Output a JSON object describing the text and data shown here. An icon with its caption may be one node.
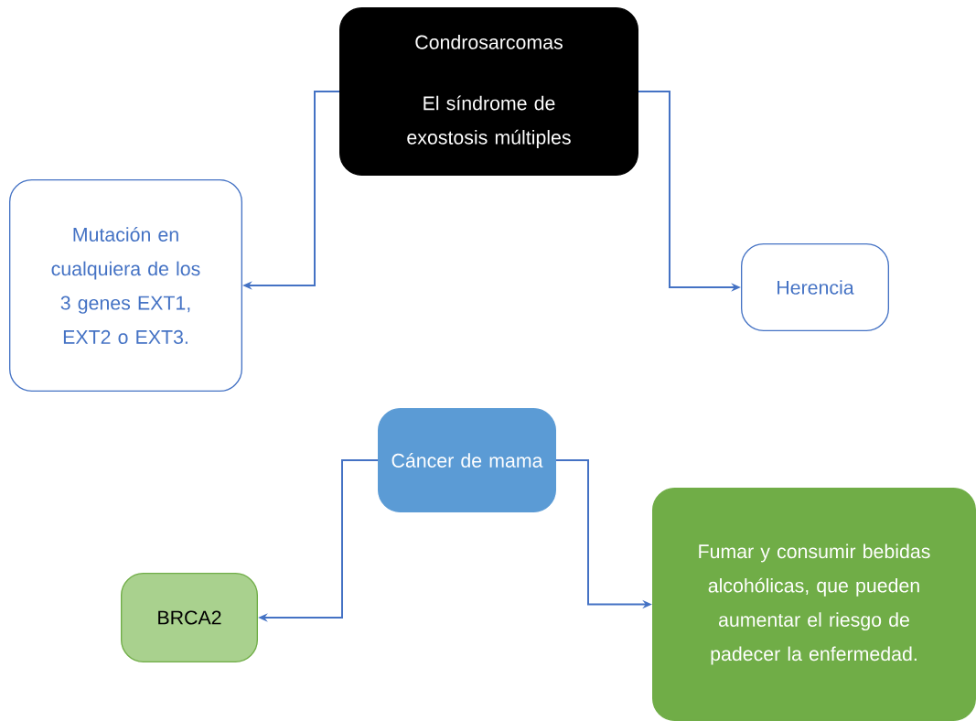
{
  "diagram": {
    "nodes": [
      {
        "text": [
          "Condrosarcomas",
          "El síndrome de exostosis múltiples"
        ]
      },
      {
        "text": [
          "Mutación en cualquiera de los 3 genes EXT1, EXT2 o EXT3."
        ]
      },
      {
        "text": [
          "Herencia"
        ]
      },
      {
        "text": [
          "Cáncer de mama"
        ]
      },
      {
        "text": [
          "BRCA2"
        ]
      },
      {
        "text": [
          "Fumar y consumir bebidas alcohólicas, que pueden aumentar el riesgo de padecer la enfermedad."
        ]
      }
    ],
    "edges": [
      {
        "from": 0,
        "to": 1,
        "arrow": "to"
      },
      {
        "from": 0,
        "to": 2,
        "arrow": "to"
      },
      {
        "from": 3,
        "to": 4,
        "arrow": "to"
      },
      {
        "from": 3,
        "to": 5,
        "arrow": "to"
      }
    ]
  }
}
